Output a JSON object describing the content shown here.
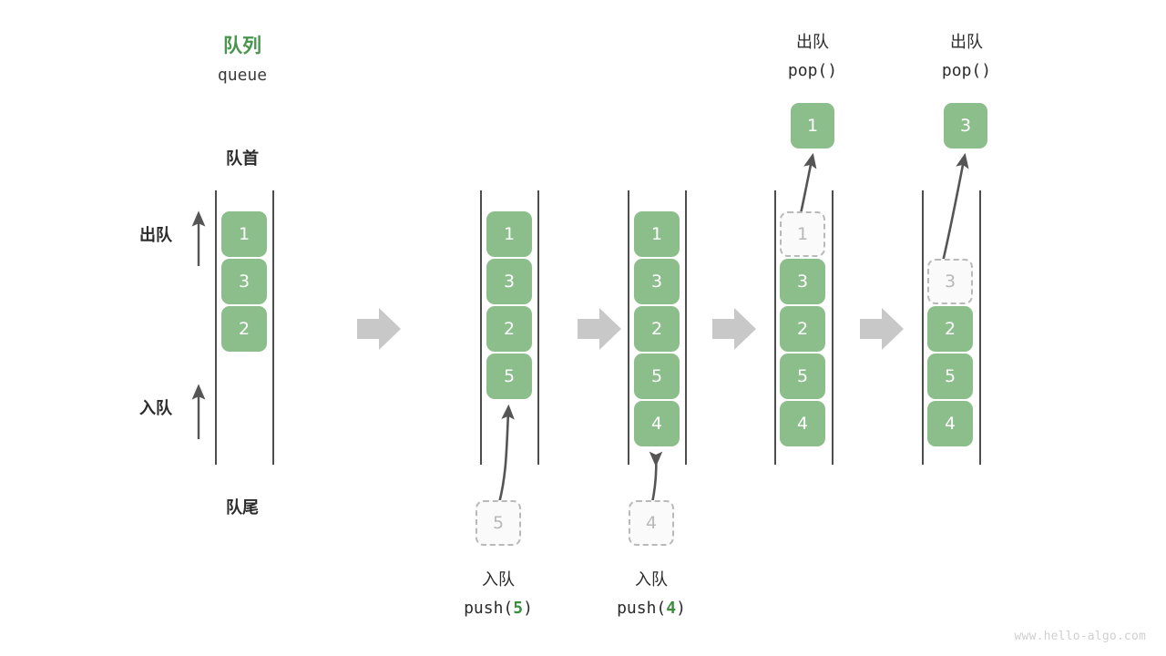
{
  "diagram": {
    "title_cn": "队列",
    "title_en": "queue",
    "front_label": "队首",
    "rear_label": "队尾",
    "dequeue_side_label": "出队",
    "enqueue_side_label": "入队",
    "watermark": "www.hello-algo.com",
    "accent_green": "#46964b",
    "cell_green": "#8cbe8c",
    "ghost_gray": "#b9b9b9",
    "arrow_gray": "#c8c8c8",
    "text_dark": "#2b2b2b"
  },
  "steps": [
    {
      "id": "initial",
      "op_cn": "",
      "op_code": "",
      "cells": [
        {
          "value": "1",
          "state": "filled",
          "slot": 0
        },
        {
          "value": "3",
          "state": "filled",
          "slot": 1
        },
        {
          "value": "2",
          "state": "filled",
          "slot": 2
        }
      ],
      "incoming": null,
      "popped": null
    },
    {
      "id": "push-5",
      "op_cn": "入队",
      "op_code_prefix": "push(",
      "op_code_num": "5",
      "op_code_suffix": ")",
      "cells": [
        {
          "value": "1",
          "state": "filled",
          "slot": 0
        },
        {
          "value": "3",
          "state": "filled",
          "slot": 1
        },
        {
          "value": "2",
          "state": "filled",
          "slot": 2
        },
        {
          "value": "5",
          "state": "filled",
          "slot": 3
        }
      ],
      "incoming": {
        "value": "5",
        "state": "ghost"
      },
      "popped": null
    },
    {
      "id": "push-4",
      "op_cn": "入队",
      "op_code_prefix": "push(",
      "op_code_num": "4",
      "op_code_suffix": ")",
      "cells": [
        {
          "value": "1",
          "state": "filled",
          "slot": 0
        },
        {
          "value": "3",
          "state": "filled",
          "slot": 1
        },
        {
          "value": "2",
          "state": "filled",
          "slot": 2
        },
        {
          "value": "5",
          "state": "filled",
          "slot": 3
        },
        {
          "value": "4",
          "state": "filled",
          "slot": 4
        }
      ],
      "incoming": {
        "value": "4",
        "state": "ghost"
      },
      "popped": null
    },
    {
      "id": "pop-1",
      "op_cn": "出队",
      "op_code": "pop()",
      "cells": [
        {
          "value": "1",
          "state": "ghost",
          "slot": 0
        },
        {
          "value": "3",
          "state": "filled",
          "slot": 1
        },
        {
          "value": "2",
          "state": "filled",
          "slot": 2
        },
        {
          "value": "5",
          "state": "filled",
          "slot": 3
        },
        {
          "value": "4",
          "state": "filled",
          "slot": 4
        }
      ],
      "incoming": null,
      "popped": {
        "value": "1"
      }
    },
    {
      "id": "pop-3",
      "op_cn": "出队",
      "op_code": "pop()",
      "cells": [
        {
          "value": "3",
          "state": "ghost",
          "slot": 1
        },
        {
          "value": "2",
          "state": "filled",
          "slot": 2
        },
        {
          "value": "5",
          "state": "filled",
          "slot": 3
        },
        {
          "value": "4",
          "state": "filled",
          "slot": 4
        }
      ],
      "incoming": null,
      "popped": {
        "value": "3"
      }
    }
  ]
}
